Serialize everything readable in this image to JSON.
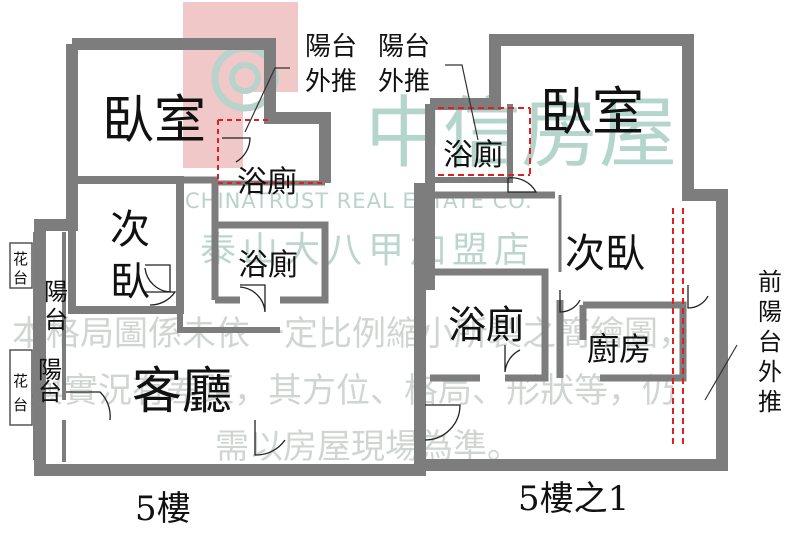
{
  "watermark": {
    "brand": "中信房屋",
    "brand_en": "CHINATRUST REAL ESTATE CO.",
    "store": "泰山大八甲加盟店",
    "colors": {
      "red": "#e08a8a",
      "teal": "#7fb5a8",
      "green": "#4d8a76"
    }
  },
  "disclaimer": {
    "line1": "本格局圖係未依一定比例縮小所製之簡繪圖，",
    "line2": "與實況有差距，其方位、格局、形狀等，仍",
    "line3": "需以房屋現場為準。"
  },
  "floor_5": {
    "caption": "5樓",
    "rooms": {
      "bedroom": "臥室",
      "bathroom_1": "浴廁",
      "bathroom_2": "浴廁",
      "second_bedroom_top": "次",
      "second_bedroom_bottom": "臥",
      "living_room": "客廳",
      "balcony_top_a": "陽",
      "balcony_top_b": "台",
      "balcony_bottom_a": "陽",
      "balcony_bottom_b": "台",
      "flower_rack_top_a": "花",
      "flower_rack_top_b": "台",
      "flower_rack_bottom_a": "花",
      "flower_rack_bottom_b": "台"
    }
  },
  "floor_5_1": {
    "caption": "5樓之1",
    "rooms": {
      "bedroom": "臥室",
      "bathroom_1": "浴廁",
      "second_bedroom": "次臥",
      "bathroom_2": "浴廁",
      "kitchen": "廚房"
    }
  },
  "annotations": {
    "balcony_out_left_a": "陽台",
    "balcony_out_left_b": "外推",
    "balcony_out_right_a": "陽台",
    "balcony_out_right_b": "外推",
    "front_balcony": [
      "前",
      "陽",
      "台",
      "外",
      "推"
    ]
  },
  "colors": {
    "wall": "#8c8c8c",
    "line": "#222222",
    "red_dash": "#e02020"
  }
}
